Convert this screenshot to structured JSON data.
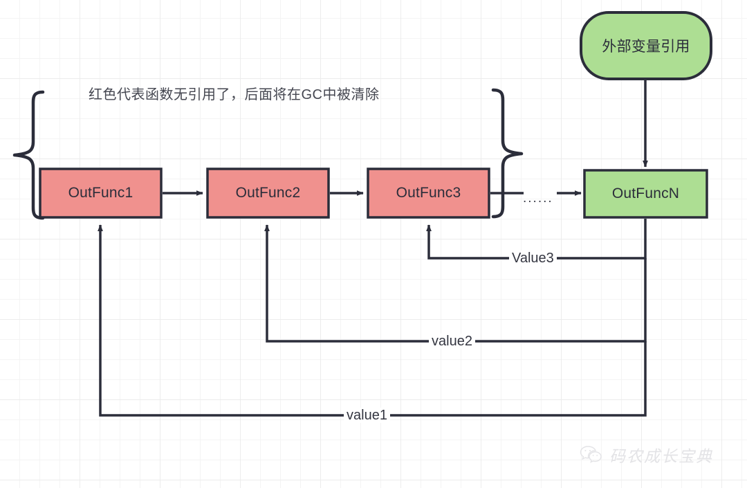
{
  "diagram": {
    "type": "flow-diagram",
    "annotation": "红色代表函数无引用了，后面将在GC中被清除",
    "ellipsis": "......",
    "colors": {
      "red_fill": "#F0918E",
      "green_fill": "#ADDE93",
      "stroke": "#2b2d3a",
      "grid_minor": "#f4f4f4",
      "grid_major": "#ececec",
      "background": "#ffffff",
      "text": "#2b2d3a",
      "watermark": "#e3e3e6"
    },
    "nodes": [
      {
        "id": "outfunc1",
        "label": "OutFunc1",
        "shape": "rect",
        "fill": "#F0918E"
      },
      {
        "id": "outfunc2",
        "label": "OutFunc2",
        "shape": "rect",
        "fill": "#F0918E"
      },
      {
        "id": "outfunc3",
        "label": "OutFunc3",
        "shape": "rect",
        "fill": "#F0918E"
      },
      {
        "id": "outfuncn",
        "label": "OutFuncN",
        "shape": "rect",
        "fill": "#ADDE93"
      },
      {
        "id": "external-ref",
        "label": "外部变量引用",
        "shape": "stadium",
        "fill": "#ADDE93"
      }
    ],
    "edges": [
      {
        "from": "outfunc1",
        "to": "outfunc2",
        "label": ""
      },
      {
        "from": "outfunc2",
        "to": "outfunc3",
        "label": ""
      },
      {
        "from": "outfunc3",
        "to": "outfuncn",
        "label": ""
      },
      {
        "from": "external-ref",
        "to": "outfuncn",
        "label": ""
      },
      {
        "from": "outfuncn",
        "to": "outfunc3",
        "label": "Value3"
      },
      {
        "from": "outfuncn",
        "to": "outfunc2",
        "label": "value2"
      },
      {
        "from": "outfuncn",
        "to": "outfunc1",
        "label": "value1"
      }
    ],
    "edge_labels": {
      "value3": "Value3",
      "value2": "value2",
      "value1": "value1"
    },
    "braces": {
      "left": "{",
      "right": "}"
    }
  },
  "watermark": {
    "text": "码农成长宝典",
    "icon": "wechat-icon"
  }
}
